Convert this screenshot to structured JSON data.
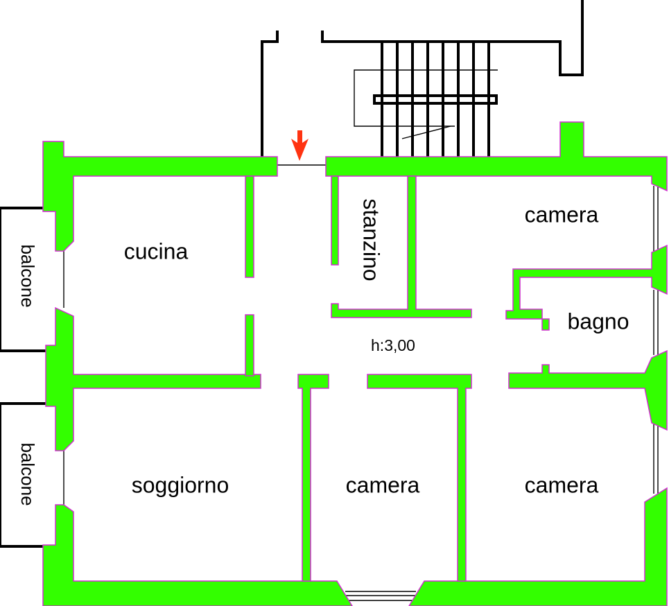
{
  "rooms": {
    "cucina": "cucina",
    "stanzino": "stanzino",
    "camera_top": "camera",
    "bagno": "bagno",
    "soggiorno": "soggiorno",
    "camera_mid": "camera",
    "camera_right": "camera"
  },
  "balconies": {
    "top": "balcone",
    "bottom": "balcone"
  },
  "ceiling_height": "h:3,00",
  "colors": {
    "wall_fill": "#33ff00",
    "wall_outline": "#d22bd2",
    "entry_arrow": "#ff3311"
  }
}
